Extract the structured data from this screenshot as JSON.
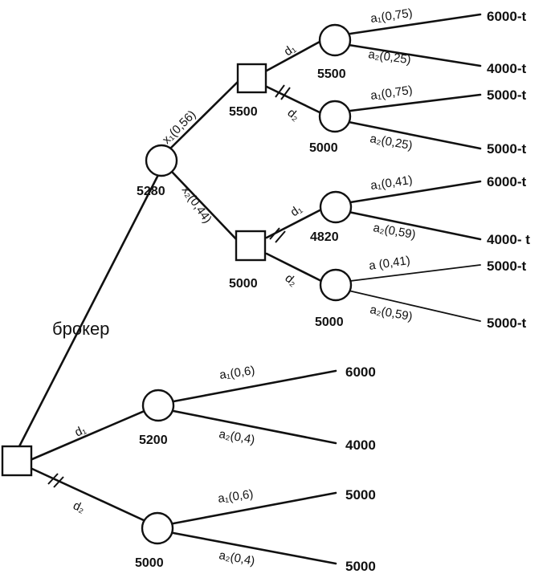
{
  "broker_label": "брокер",
  "root_top": {
    "value": "5280",
    "x1_label": "x₁(0,56)",
    "x2_label": "x₂(0,44)",
    "upper_decision": {
      "value": "5500",
      "d1": "d₁",
      "d2": "d₂",
      "node_a": {
        "value": "5500",
        "a1": "a₁(0,75)",
        "a2": "a₂(0,25)",
        "out1": "6000-t",
        "out2": "4000-t"
      },
      "node_b": {
        "value": "5000",
        "a1": "a₁(0,75)",
        "a2": "a₂(0,25)",
        "out1": "5000-t",
        "out2": "5000-t"
      }
    },
    "lower_decision": {
      "value": "5000",
      "d1": "d₁",
      "d2": "d₂",
      "node_a": {
        "value": "4820",
        "a1": "a₁(0,41)",
        "a2": "a₂(0,59)",
        "out1": "6000-t",
        "out2": "4000- t"
      },
      "node_b": {
        "value": "5000",
        "a1": "a (0,41)",
        "a2": "a₂(0,59)",
        "out1": "5000-t",
        "out2": "5000-t"
      }
    }
  },
  "root_bottom": {
    "d1": "d₁",
    "d2": "d₂",
    "node_a": {
      "value": "5200",
      "a1": "a₁(0,6)",
      "a2": "a₂(0,4)",
      "out1": "6000",
      "out2": "4000"
    },
    "node_b": {
      "value": "5000",
      "a1": "a₁(0,6)",
      "a2": "a₂(0,4)",
      "out1": "5000",
      "out2": "5000"
    }
  }
}
